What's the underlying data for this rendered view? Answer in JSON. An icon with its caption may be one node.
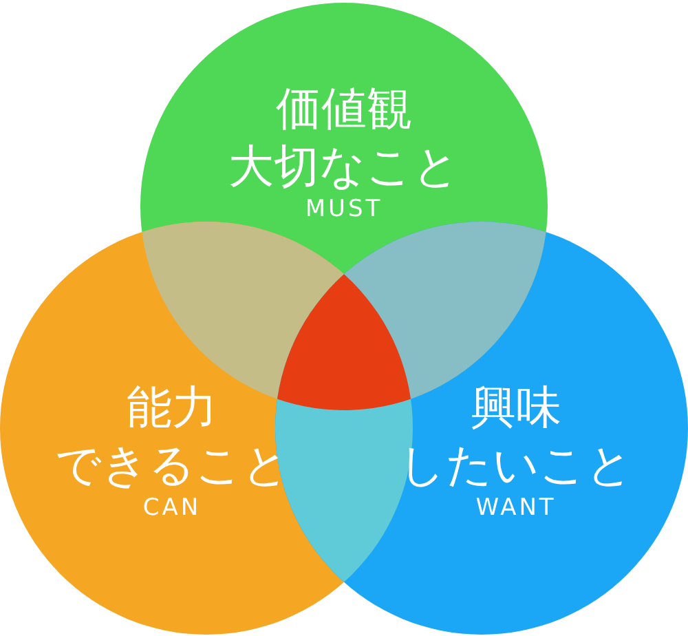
{
  "diagram": {
    "nodes": [
      {
        "text": [
          "価値観",
          "大切なこと",
          "MUST"
        ]
      },
      {
        "text": [
          "能力",
          "できること",
          "CAN"
        ]
      },
      {
        "text": [
          "興味",
          "したいこと",
          "WANT"
        ]
      }
    ]
  }
}
